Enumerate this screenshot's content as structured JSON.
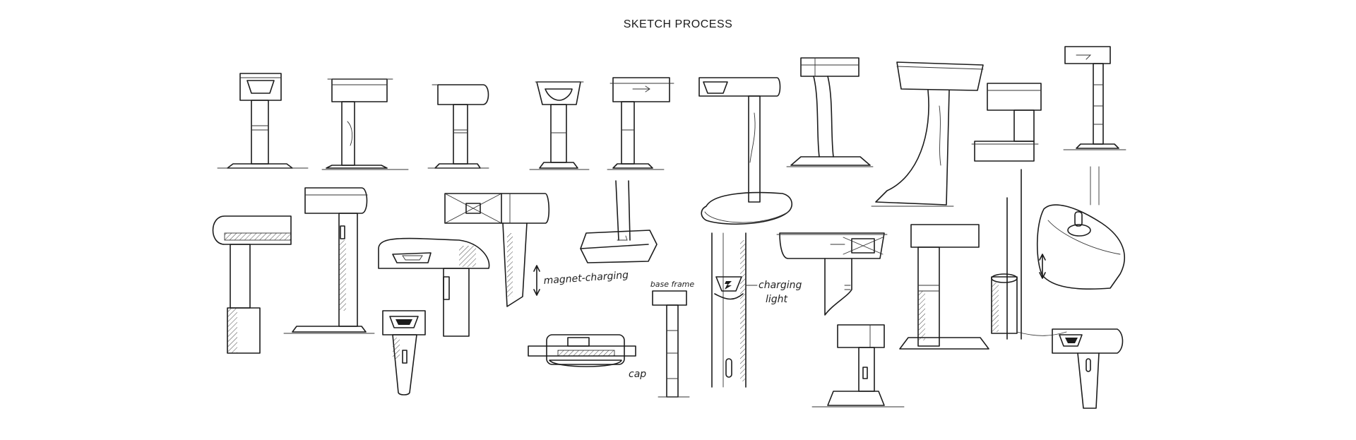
{
  "page": {
    "title": "SKETCH PROCESS"
  },
  "annotations": {
    "magnet_charging": "magnet-charging",
    "base_frame": "base frame",
    "charging_light": "charging",
    "charging_light_2": "light",
    "cap": "cap"
  },
  "colors": {
    "background": "#ffffff",
    "ink": "#1c1c1c"
  }
}
